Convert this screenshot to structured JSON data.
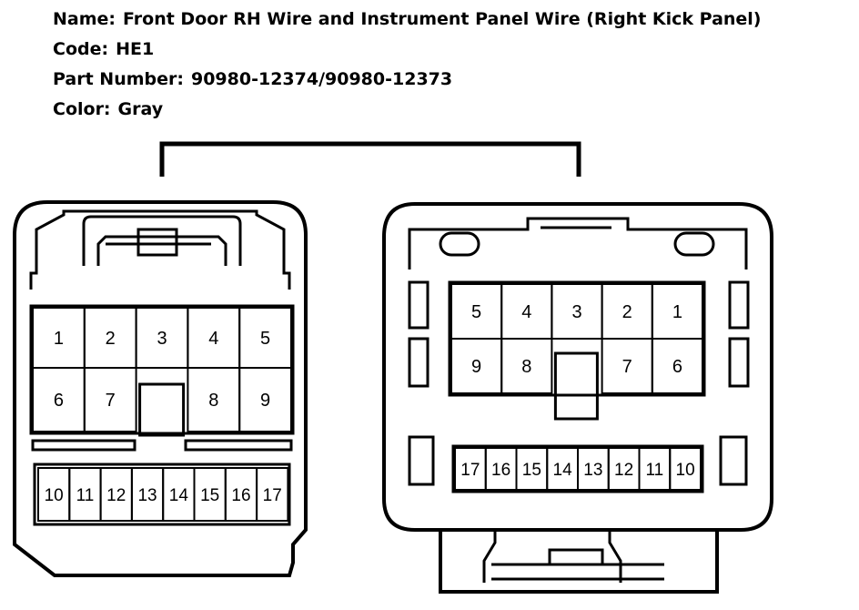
{
  "header": {
    "name_label": "Name:",
    "name_value": "Front Door RH Wire and Instrument Panel Wire (Right Kick Panel)",
    "code_label": "Code:",
    "code_value": "HE1",
    "part_label": "Part Number:",
    "part_value": "90980-12374/90980-12373",
    "color_label": "Color:",
    "color_value": "Gray"
  },
  "left_connector": {
    "row1": [
      "1",
      "2",
      "3",
      "4",
      "5"
    ],
    "row2": [
      "6",
      "7",
      "",
      "8",
      "9"
    ],
    "row3": [
      "10",
      "11",
      "12",
      "13",
      "14",
      "15",
      "16",
      "17"
    ]
  },
  "right_connector": {
    "row1": [
      "5",
      "4",
      "3",
      "2",
      "1"
    ],
    "row2": [
      "9",
      "8",
      "",
      "7",
      "6"
    ],
    "row3": [
      "17",
      "16",
      "15",
      "14",
      "13",
      "12",
      "11",
      "10"
    ]
  }
}
